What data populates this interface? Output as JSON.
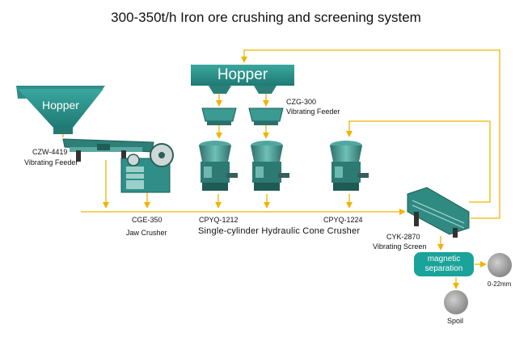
{
  "title": "300-350t/h Iron ore crushing and screening system",
  "hopper_left": "Hopper",
  "hopper_top": "Hopper",
  "equipment": {
    "feeder_main_model": "CZW-4419",
    "feeder_main_name": "Vibrating Feeder",
    "feeder_small_model": "CZG-300",
    "feeder_small_name": "Vibrating Feeder",
    "jaw_model": "CGE-350",
    "jaw_name": "Jaw Crusher",
    "cone1_model": "CPYQ-1212",
    "cone2_model": "CPYQ-1224",
    "cone_name": "Single-cylinder Hydraulic Cone Crusher",
    "screen_model": "CYK-2870",
    "screen_name": "Vibrating Screen"
  },
  "magnetic_line1": "magnetic",
  "magnetic_line2": "separation",
  "product_label": "0-22mm",
  "spoil_label": "Spoil",
  "colors": {
    "flow": "#f0b400",
    "teal": "#2a8a80",
    "hopper": "#2f8f88"
  }
}
